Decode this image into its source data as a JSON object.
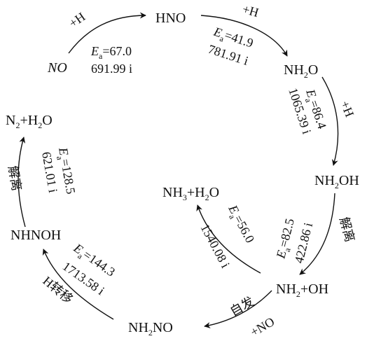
{
  "species": {
    "NO": "NO",
    "HNO": "HNO",
    "NH2O": [
      "NH",
      "2",
      "O"
    ],
    "NH2OH": [
      "NH",
      "2",
      "OH"
    ],
    "NH2_OH": [
      "NH",
      "2",
      "+OH"
    ],
    "NH2NO": [
      "NH",
      "2",
      "NO"
    ],
    "NHNOH": "NHNOH",
    "N2_H2O": [
      "N",
      "2",
      "+H",
      "2",
      "O"
    ],
    "NH3_H2O": [
      "NH",
      "3",
      "+H",
      "2",
      "O"
    ]
  },
  "steps": [
    {
      "id": "s1",
      "reagent": "+H",
      "ea": "67.0",
      "freq": "691.99 i"
    },
    {
      "id": "s2",
      "reagent": "+H",
      "ea": "41.9",
      "freq": "781.91 i"
    },
    {
      "id": "s3",
      "reagent": "+H",
      "ea": "86.4",
      "freq": "1065.39 i"
    },
    {
      "id": "s4",
      "reagent": "解离",
      "ea": "82.5",
      "freq": "422.86 i"
    },
    {
      "id": "s5",
      "reagent": "自发",
      "reagent2": "+NO"
    },
    {
      "id": "s6",
      "reagent": "H转移",
      "ea": "144.3",
      "freq": "1713.58 i"
    },
    {
      "id": "s7",
      "reagent": "解离",
      "ea": "128.5",
      "freq": "621.01 i"
    },
    {
      "id": "s8",
      "ea": "56.0",
      "freq": "1540.08 i"
    }
  ],
  "ea_symbol": "E",
  "ea_subscript": "a",
  "ea_eq": "="
}
